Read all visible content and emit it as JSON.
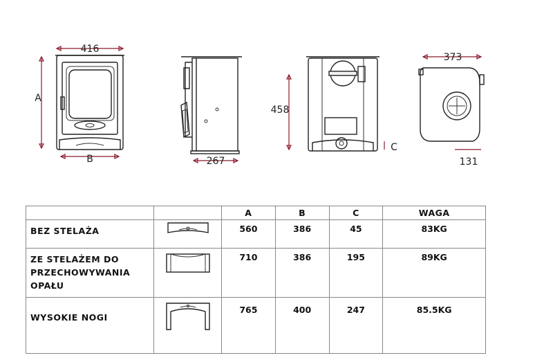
{
  "drawings": {
    "front": {
      "width_label": "416",
      "height_label": "A",
      "base_label": "B"
    },
    "side": {
      "depth_label": "267"
    },
    "rear": {
      "flue_height_label": "458",
      "offset_label": "C"
    },
    "top": {
      "width_label": "373",
      "offset_label": "131"
    }
  },
  "table": {
    "headers": [
      "",
      "",
      "A",
      "B",
      "C",
      "WAGA"
    ],
    "rows": [
      {
        "label": "BEZ STELAŻA",
        "a": "560",
        "b": "386",
        "c": "45",
        "waga": "83KG"
      },
      {
        "label_lines": [
          "ZE STELAŻEM DO",
          "PRZECHOWYWANIA",
          "OPAŁU"
        ],
        "a": "710",
        "b": "386",
        "c": "195",
        "waga": "89KG"
      },
      {
        "label": "WYSOKIE NOGI",
        "a": "765",
        "b": "400",
        "c": "247",
        "waga": "85.5KG"
      }
    ]
  },
  "colors": {
    "dimension": "#8b1a2b",
    "line": "#222222",
    "border": "#888888"
  }
}
